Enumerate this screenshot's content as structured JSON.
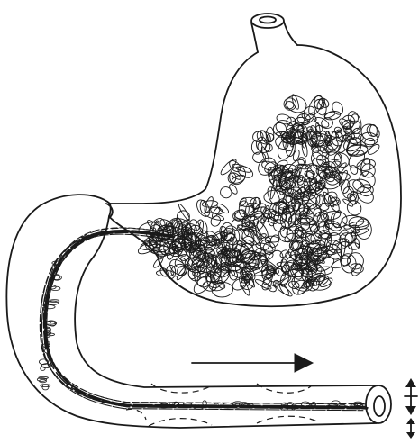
{
  "figure": {
    "ink_color": "#1a1a1a",
    "background": "#ffffff",
    "parts": [
      "stomach",
      "pylorus",
      "duodenum",
      "gastric-contents-mass",
      "contents-strand",
      "flow-arrow",
      "contraction-arrows"
    ]
  }
}
